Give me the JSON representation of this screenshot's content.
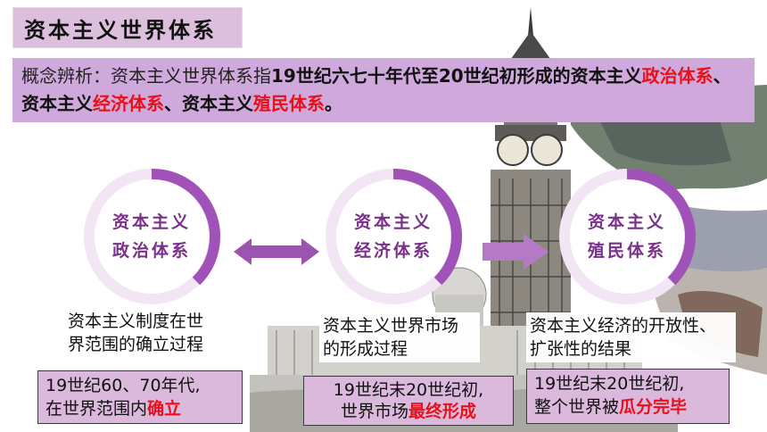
{
  "title": "资本主义世界体系",
  "concept": {
    "lead": "概念辨析：资本主义世界体系指",
    "bold1": "19世纪六七十年代至20世纪初形成的资本主义",
    "red1": "政治体系",
    "sep1": "、资本主义",
    "red2": "经济体系",
    "sep2": "、资本主义",
    "red3": "殖民体系",
    "end": "。"
  },
  "systems": [
    {
      "line1": "资本主义",
      "line2": "政治体系",
      "desc1": "资本主义制度在世",
      "desc2": "界范围的确立过程",
      "note1": "19世纪60、70年代,",
      "note2_plain": "在世界范围内",
      "note2_red": "确立"
    },
    {
      "line1": "资本主义",
      "line2": "经济体系",
      "desc1": "资本主义世界市场",
      "desc2": "的形成过程",
      "note1": "19世纪末20世纪初,",
      "note2_plain": "世界市场",
      "note2_red": "最终形成"
    },
    {
      "line1": "资本主义",
      "line2": "殖民体系",
      "desc1": "资本主义经济的开放性、",
      "desc2": "扩张性的结果",
      "note1": "19世纪末20世纪初,",
      "note2_plain": "整个世界被",
      "note2_red": "瓜分完毕"
    }
  ],
  "colors": {
    "accent_purple": "#a052b8",
    "light_purple": "#cfa9dc",
    "highlight_red": "#e8101a"
  }
}
